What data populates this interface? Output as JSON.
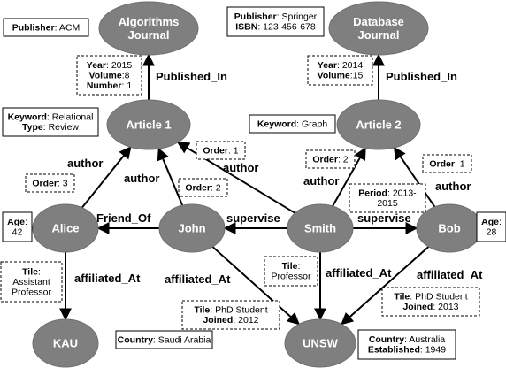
{
  "nodes": {
    "algorithms": [
      "Algorithms",
      "Journal"
    ],
    "database": [
      "Database",
      "Journal"
    ],
    "article1": [
      "Article 1"
    ],
    "article2": [
      "Article 2"
    ],
    "alice": [
      "Alice"
    ],
    "john": [
      "John"
    ],
    "smith": [
      "Smith"
    ],
    "bob": [
      "Bob"
    ],
    "kau": [
      "KAU"
    ],
    "unsw": [
      "UNSW"
    ]
  },
  "edges": {
    "published_in_1": "Published_In",
    "published_in_2": "Published_In",
    "alice_author": "author",
    "john_author": "author",
    "smith_author_a1": "author",
    "smith_author_a2": "author",
    "bob_author": "author",
    "friend_of": "Friend_Of",
    "supervise_john": "supervise",
    "supervise_bob": "supervise",
    "alice_affiliated": "affiliated_At",
    "john_affiliated": "affiliated_At",
    "smith_affiliated": "affiliated_At",
    "bob_affiliated": "affiliated_At"
  },
  "properties": {
    "pub_acm": [
      {
        "k": "Publisher",
        "v": ": ACM"
      }
    ],
    "pub_springer": [
      {
        "k": "Publisher",
        "v": ": Springer"
      },
      {
        "k": "ISBN",
        "v": ": 123-456-678"
      }
    ],
    "a1_pub": [
      {
        "k": "Year",
        "v": ": 2015"
      },
      {
        "k": "Volume",
        "v": ":8"
      },
      {
        "k": "Number",
        "v": ": 1"
      }
    ],
    "a2_pub": [
      {
        "k": "Year",
        "v": ": 2014"
      },
      {
        "k": "Volume",
        "v": ":15"
      }
    ],
    "a1_keyword": [
      {
        "k": "Keyword",
        "v": ": Relational"
      },
      {
        "k": "Type",
        "v": ": Review"
      }
    ],
    "a2_keyword": [
      {
        "k": "Keyword",
        "v": ": Graph"
      }
    ],
    "order_smith_a1": [
      {
        "k": "Order",
        "v": ": 1"
      }
    ],
    "order_smith_a2": [
      {
        "k": "Order",
        "v": ": 2"
      }
    ],
    "order_bob": [
      {
        "k": "Order",
        "v": ": 1"
      }
    ],
    "order_alice": [
      {
        "k": "Order",
        "v": ": 3"
      }
    ],
    "order_john": [
      {
        "k": "Order",
        "v": ": 2"
      }
    ],
    "period": [
      {
        "k": "Period",
        "v": ": 2013-"
      },
      {
        "k": "",
        "v": "2015"
      }
    ],
    "alice_age": [
      {
        "k": "Age",
        "v": ":"
      },
      {
        "k": "",
        "v": "42"
      }
    ],
    "bob_age": [
      {
        "k": "Age",
        "v": ":"
      },
      {
        "k": "",
        "v": "28"
      }
    ],
    "alice_tile": [
      {
        "k": "Tile",
        "v": ":"
      },
      {
        "k": "",
        "v": "Assistant"
      },
      {
        "k": "",
        "v": "Professor"
      }
    ],
    "smith_tile": [
      {
        "k": "Tile",
        "v": ":"
      },
      {
        "k": "",
        "v": "Professor"
      }
    ],
    "john_tile": [
      {
        "k": "Tile",
        "v": ": PhD Student"
      },
      {
        "k": "Joined",
        "v": ": 2012"
      }
    ],
    "bob_tile": [
      {
        "k": "Tile",
        "v": ": PhD Student"
      },
      {
        "k": "Joined",
        "v": ": 2013"
      }
    ],
    "kau_country": [
      {
        "k": "Country",
        "v": ": Saudi Arabia"
      }
    ],
    "unsw_country": [
      {
        "k": "Country",
        "v": ": Australia"
      },
      {
        "k": "Established",
        "v": ": 1949"
      }
    ]
  }
}
